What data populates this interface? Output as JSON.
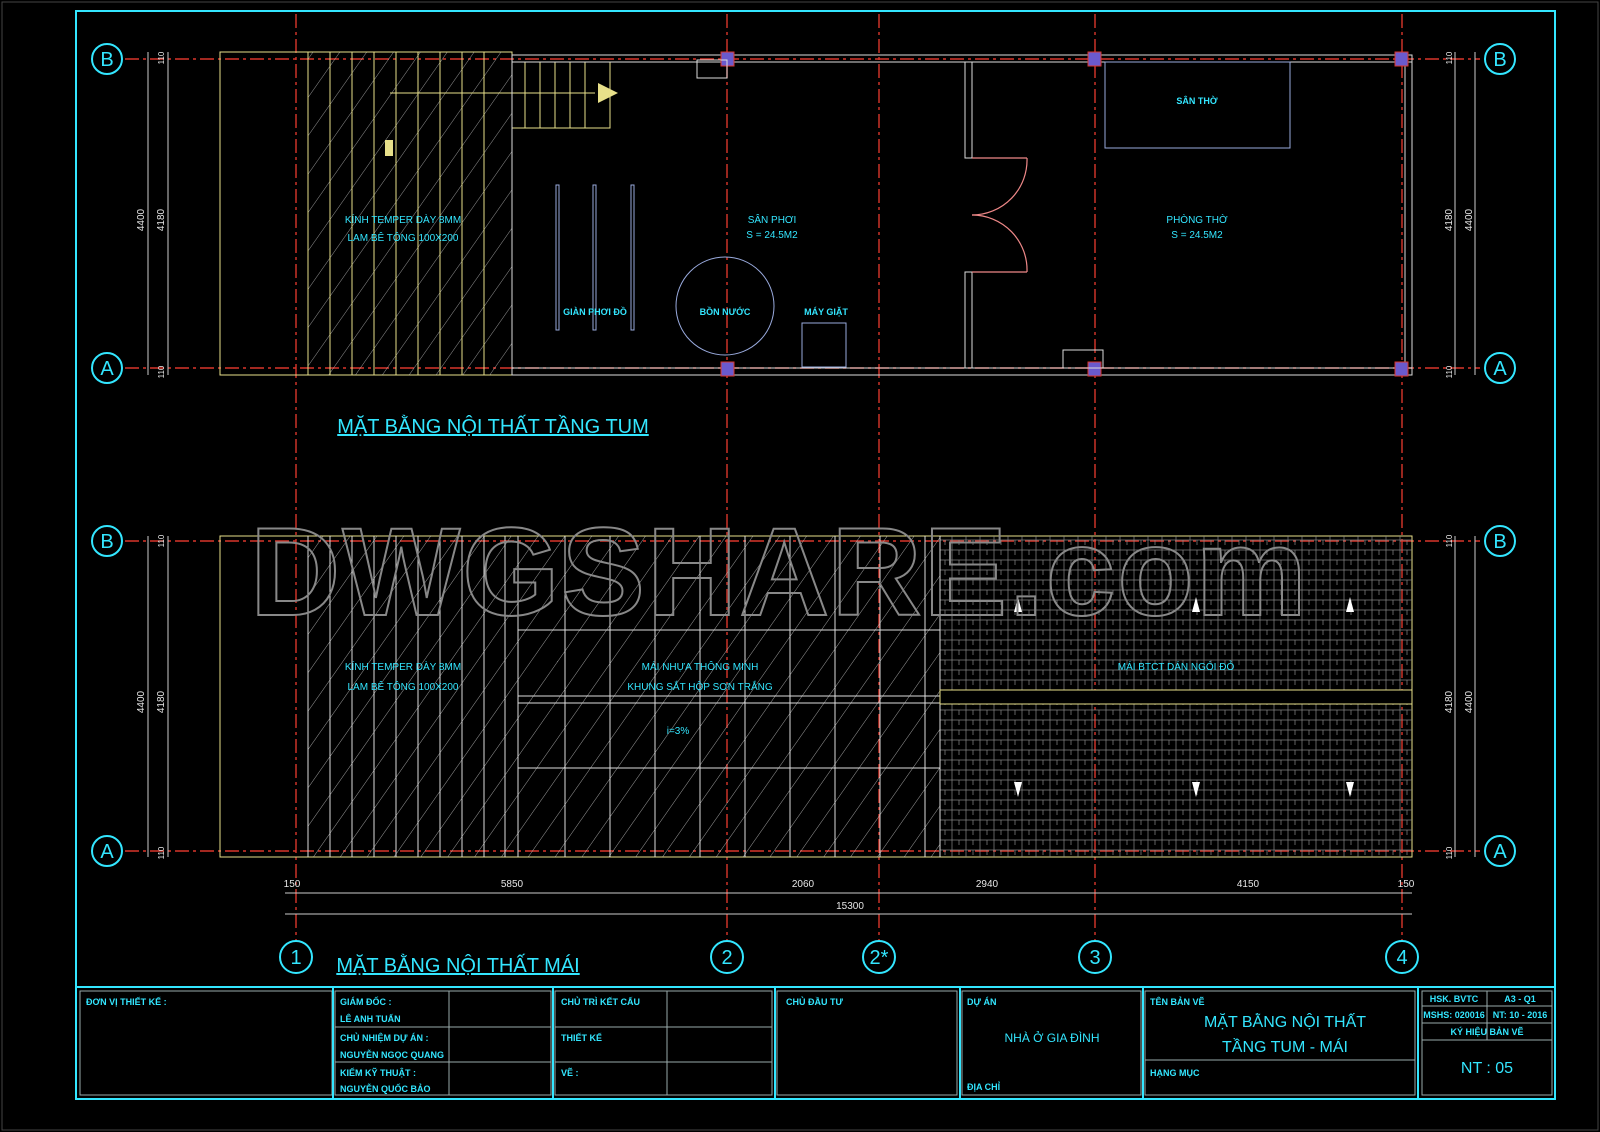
{
  "watermark": "DWGSHARE.com",
  "grid_axes": {
    "rows": [
      "B",
      "A"
    ],
    "columns": [
      "1",
      "2",
      "2*",
      "3",
      "4"
    ]
  },
  "tum_plan": {
    "title": "MẶT BẰNG NỘI THẤT TẦNG TUM",
    "glass_note": [
      "KÍNH TEMPER DÀY 8MM",
      "LAM BÊ TÔNG 100X200"
    ],
    "san_phoi": {
      "name": "SÂN PHƠI",
      "area": "S = 24.5M2"
    },
    "phong_tho": {
      "name": "PHÒNG THỜ",
      "area": "S = 24.5M2"
    },
    "san_tho": "SÂN THỜ",
    "gian_phoi_do": "GIÀN PHƠI ĐỒ",
    "bon_nuoc": "BỒN NƯỚC",
    "may_giat": "MÁY GIẶT"
  },
  "mai_plan": {
    "title": "MẶT BẰNG NỘI THẤT MÁI",
    "glass_note": [
      "KÍNH TEMPER DÀY 8MM",
      "LAM BÊ TÔNG 100X200"
    ],
    "roof_note": [
      "MÁI NHỰA THÔNG MINH",
      "KHUNG SẮT HỘP SƠN TRẮNG"
    ],
    "slope": "i=3%",
    "tile_note": "MÁI BTCT DÁN NGÓI ĐỎ"
  },
  "dimensions": {
    "vertical_total": "4400",
    "vertical_inner": "4180",
    "edge": "110",
    "horizontal": [
      "150",
      "5850",
      "2060",
      "2940",
      "4150",
      "150"
    ],
    "horizontal_total": "15300"
  },
  "title_block": {
    "don_vi_thiet_ke": "ĐƠN VỊ THIẾT KẾ :",
    "giam_doc_label": "GIÁM ĐỐC :",
    "giam_doc": "LÊ ANH TUẤN",
    "chu_nhiem_label": "CHỦ NHIỆM DỰ ÁN :",
    "chu_nhiem": "NGUYỄN NGỌC QUANG",
    "kiem_ky_thuat_label": "KIỂM KỸ THUẬT :",
    "kiem_ky_thuat": "NGUYỄN QUỐC BẢO",
    "chu_tri_ket_cau": "CHỦ TRÌ KẾT CẤU",
    "thiet_ke": "THIẾT KẾ",
    "ve": "VẼ :",
    "chu_dau_tu": "CHỦ ĐẦU TƯ",
    "du_an_label": "DỰ ÁN",
    "du_an": "NHÀ Ở GIA ĐÌNH",
    "dia_chi": "ĐỊA CHỈ",
    "ten_ban_ve_label": "TÊN BẢN VẼ",
    "ten_ban_ve": [
      "MẶT BẰNG NỘI THẤT",
      "TẦNG TUM - MÁI"
    ],
    "hang_muc": "HẠNG MỤC",
    "hsk": "HSK. BVTC",
    "kho": "A3 - Q1",
    "ma_so": "MSHS: 020016",
    "ngay": "NT: 10 - 2016",
    "ky_hieu_label": "KÝ HIỆU BẢN VẼ",
    "ky_hieu": "NT : 05"
  }
}
